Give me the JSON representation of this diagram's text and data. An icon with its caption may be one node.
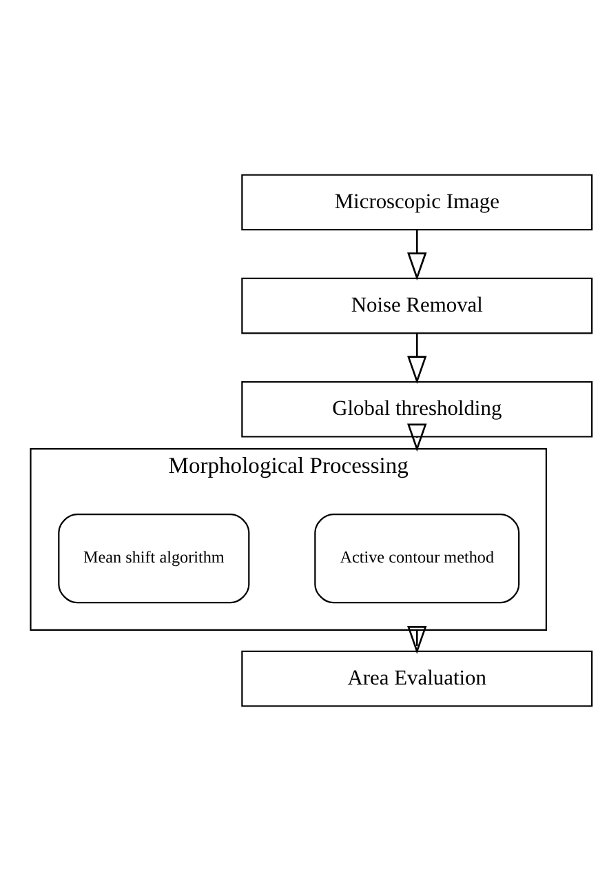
{
  "diagram": {
    "nodes": [
      {
        "text": [
          "Microscopic Image"
        ]
      },
      {
        "text": [
          "Noise Removal"
        ]
      },
      {
        "text": [
          "Global thresholding"
        ]
      },
      {
        "text": [
          "Morphological Processing"
        ]
      },
      {
        "text": [
          "Active contour method"
        ],
        "in": 3
      },
      {
        "text": [
          "Mean shift algorithm"
        ],
        "in": 3
      },
      {
        "text": [
          "Area Evaluation"
        ]
      }
    ],
    "edges": [
      {
        "from": 0,
        "to": 1,
        "arrow": "to"
      },
      {
        "from": 1,
        "to": 2,
        "arrow": "to"
      },
      {
        "from": 2,
        "to": 3,
        "arrow": "to"
      },
      {
        "from": 3,
        "to": 6,
        "arrow": "to"
      }
    ]
  }
}
